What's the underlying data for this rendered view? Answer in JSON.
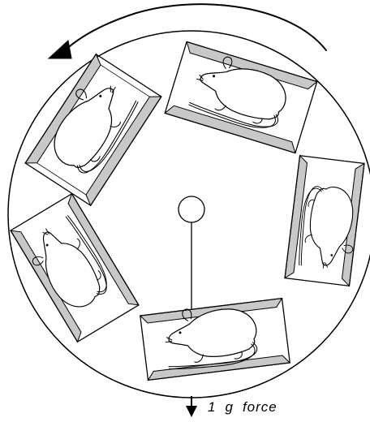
{
  "force_label": {
    "count": "1",
    "unit": "g",
    "word": "force"
  },
  "colors": {
    "outline": "#000000",
    "background": "#ffffff",
    "cage_wall_shading": "#c8c8c8"
  },
  "icons": {
    "rotation_arrow": "curved-arrow-counterclockwise",
    "force_arrow": "arrow-down",
    "rat": "rat-outline"
  },
  "cage_count": 5
}
